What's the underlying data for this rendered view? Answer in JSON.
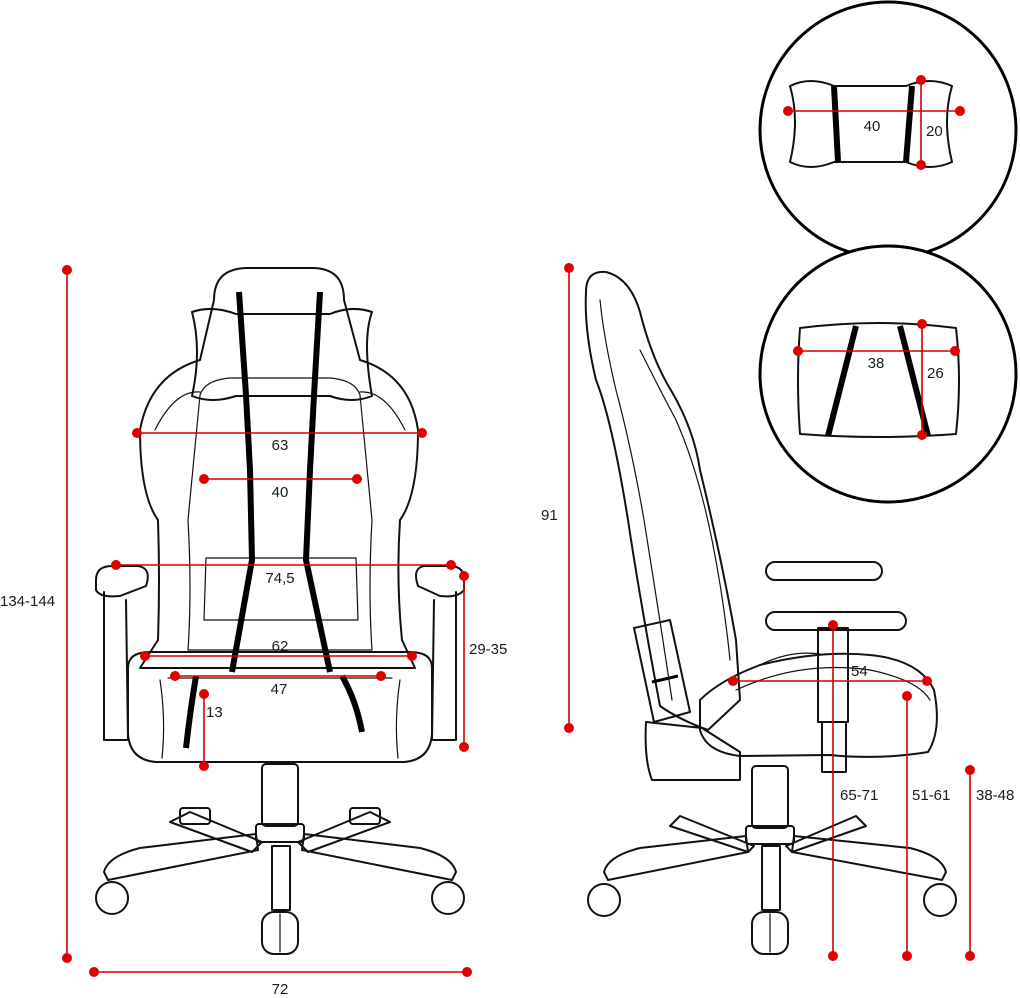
{
  "colors": {
    "dimension": "#e00000",
    "ink": "#111111",
    "background": "#ffffff"
  },
  "front": {
    "total_height": "134-144",
    "backrest_width": "63",
    "backrest_inner_width": "40",
    "armrest_span": "74,5",
    "seat_width": "62",
    "seat_inner_width": "47",
    "seat_cushion_height": "13",
    "armrest_height_above_seat": "29-35",
    "base_width": "72"
  },
  "side": {
    "backrest_height": "91",
    "seat_depth": "54",
    "armrest_height_from_floor": "65-71",
    "seat_height_top": "51-61",
    "seat_height": "38-48"
  },
  "pillows": {
    "head": {
      "width": "40",
      "height": "20"
    },
    "lumbar": {
      "width": "38",
      "height": "26"
    }
  }
}
